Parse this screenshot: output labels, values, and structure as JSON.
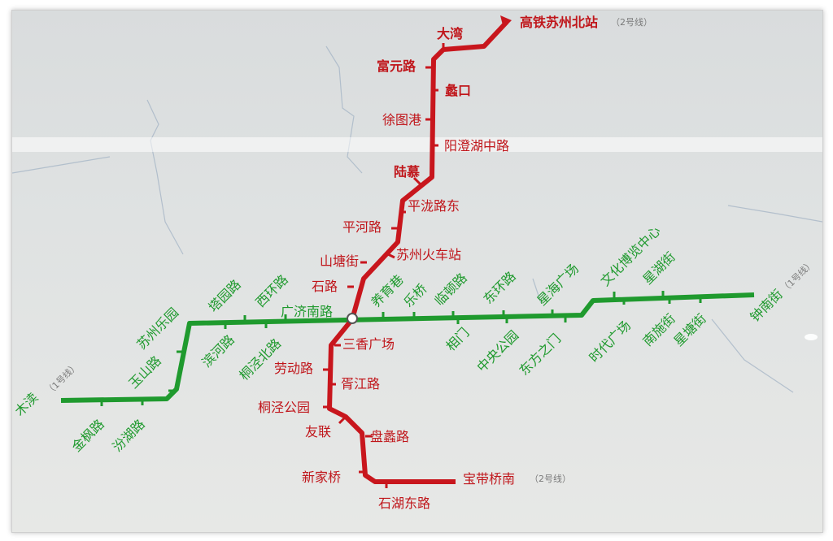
{
  "line2": {
    "color": "#c8161d",
    "north_terminal": {
      "name": "高铁苏州北站",
      "transfer": "（2号线）"
    },
    "south_terminal": {
      "name": "宝带桥南",
      "transfer": "（2号线）"
    },
    "stations": [
      "大湾",
      "富元路",
      "蠡口",
      "徐图港",
      "阳澄湖中路",
      "陆慕",
      "平泷路东",
      "平河路",
      "苏州火车站",
      "山塘街",
      "石路",
      "广济南路",
      "三香广场",
      "劳动路",
      "胥江路",
      "桐泾公园",
      "友联",
      "盘蠡路",
      "新家桥",
      "石湖东路"
    ]
  },
  "line1": {
    "color": "#1f9a2e",
    "west_terminal": {
      "name": "木渎",
      "transfer": "（1号线）"
    },
    "east_terminal": {
      "name": "钟南街",
      "transfer": "（1号线）"
    },
    "stations": [
      "金枫路",
      "汾湖路",
      "玉山路",
      "苏州乐园",
      "滨河路",
      "塔园路",
      "桐泾北路",
      "西环路",
      "养育巷",
      "乐桥",
      "临顿路",
      "相门",
      "东环路",
      "中央公园",
      "星海广场",
      "东方之门",
      "文化博览中心",
      "时代广场",
      "星湖街",
      "南施街",
      "星塘街"
    ]
  }
}
